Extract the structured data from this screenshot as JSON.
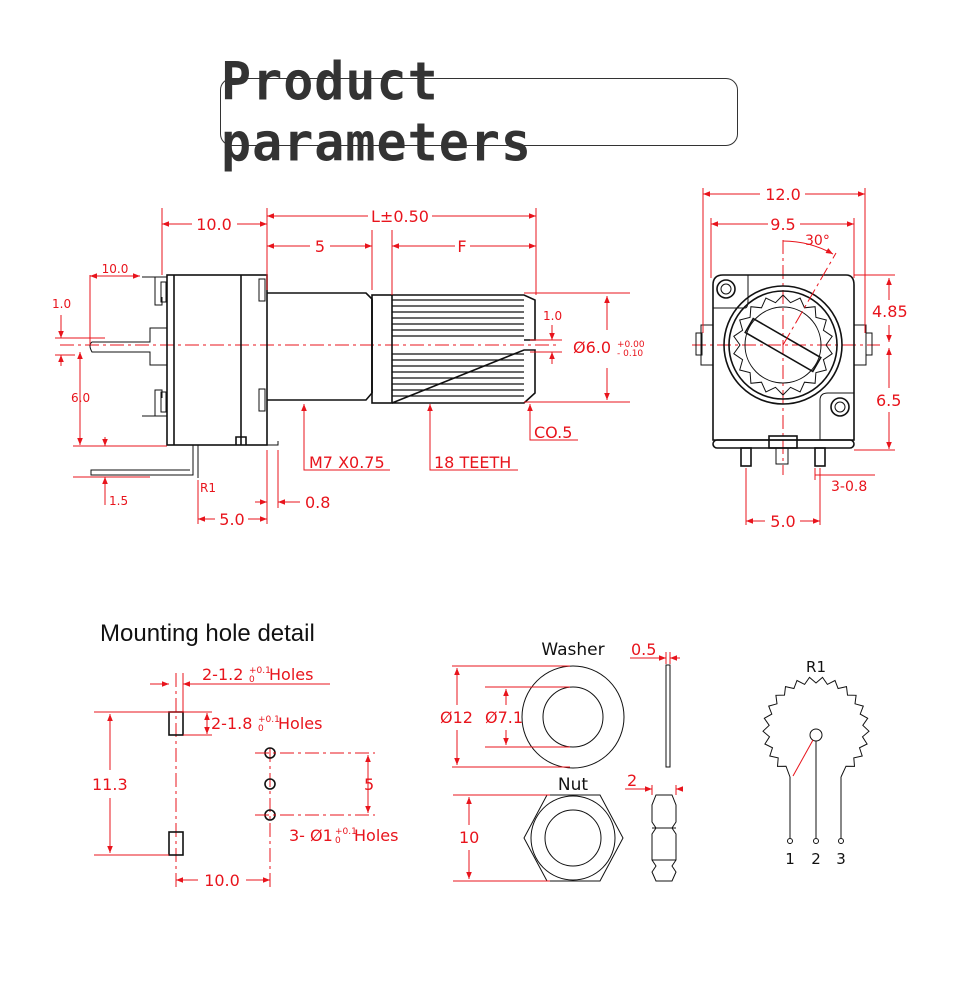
{
  "title": "Product parameters",
  "side_view": {
    "dims": {
      "body_len": "10.0",
      "total_len": "L±0.50",
      "thread_len": "5",
      "shaft_f": "F",
      "pin_offset": "10.0",
      "top_offset": "1.0",
      "pin_height": "6.0",
      "pin_base": "1.5",
      "r1_label": "R1",
      "bottom_span": "5.0",
      "flange": "0.8",
      "slot_width": "1.0",
      "diameter": "Ø6.0",
      "tol_upper": "+0.00",
      "tol_lower": "- 0.10",
      "chamfer": "CO.5",
      "thread": "M7 X0.75",
      "teeth": "18 TEETH"
    }
  },
  "front_view": {
    "dims": {
      "width": "12.0",
      "inner_width": "9.5",
      "angle": "30°",
      "top_height": "4.85",
      "bottom_height": "6.5",
      "pins": "3-0.8",
      "pin_span": "5.0"
    }
  },
  "mounting": {
    "heading": "Mounting hole detail",
    "hole1": "2-1.2",
    "hole1_tol": "+0.1",
    "hole1_tol_low": "0",
    "hole1_suffix": "Holes",
    "hole2": "2-1.8",
    "hole2_tol": "+0.1",
    "hole2_tol_low": "0",
    "hole2_suffix": "Holes",
    "vertical": "11.3",
    "pin_spacing": "5",
    "pin_holes": "3- Ø1",
    "pin_tol": "+0.1",
    "pin_tol_low": "0",
    "pin_suffix": "Holes",
    "horizontal": "10.0"
  },
  "hardware": {
    "washer_label": "Washer",
    "washer_outer": "Ø12",
    "washer_inner": "Ø7.1",
    "washer_thick": "0.5",
    "nut_label": "Nut",
    "nut_size": "10",
    "nut_thick": "2"
  },
  "schematic": {
    "label": "R1",
    "pins": [
      "1",
      "2",
      "3"
    ]
  }
}
